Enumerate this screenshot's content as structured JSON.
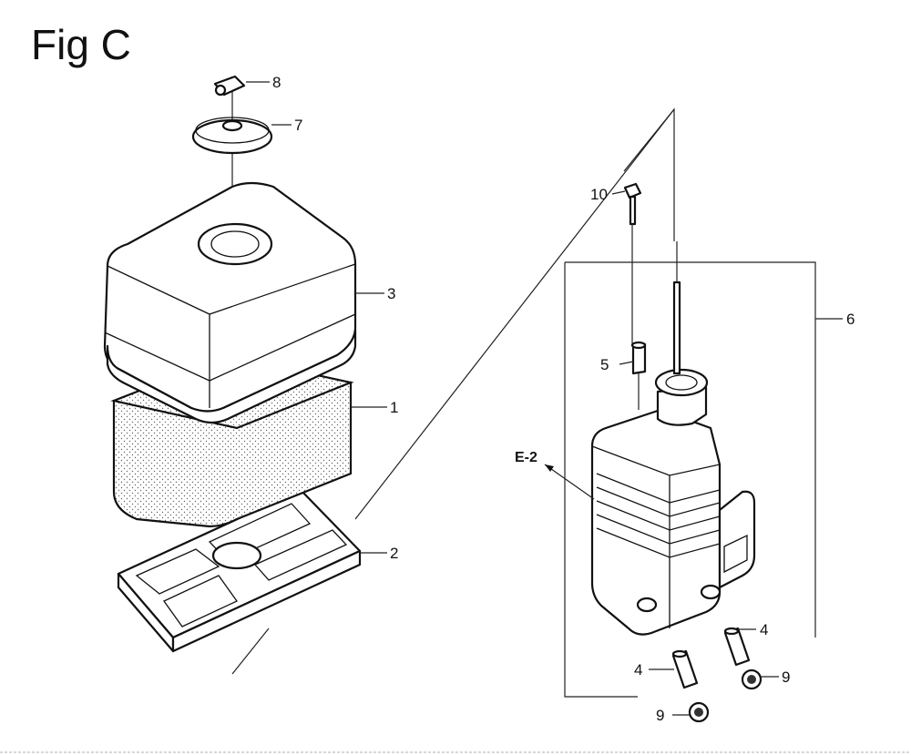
{
  "figure_title": "Fig C",
  "callouts": {
    "c1": "1",
    "c2": "2",
    "c3": "3",
    "c4a": "4",
    "c4b": "4",
    "c5": "5",
    "c6": "6",
    "c7": "7",
    "c8": "8",
    "c9a": "9",
    "c9b": "9",
    "c10": "10"
  },
  "reference_label": "E-2"
}
